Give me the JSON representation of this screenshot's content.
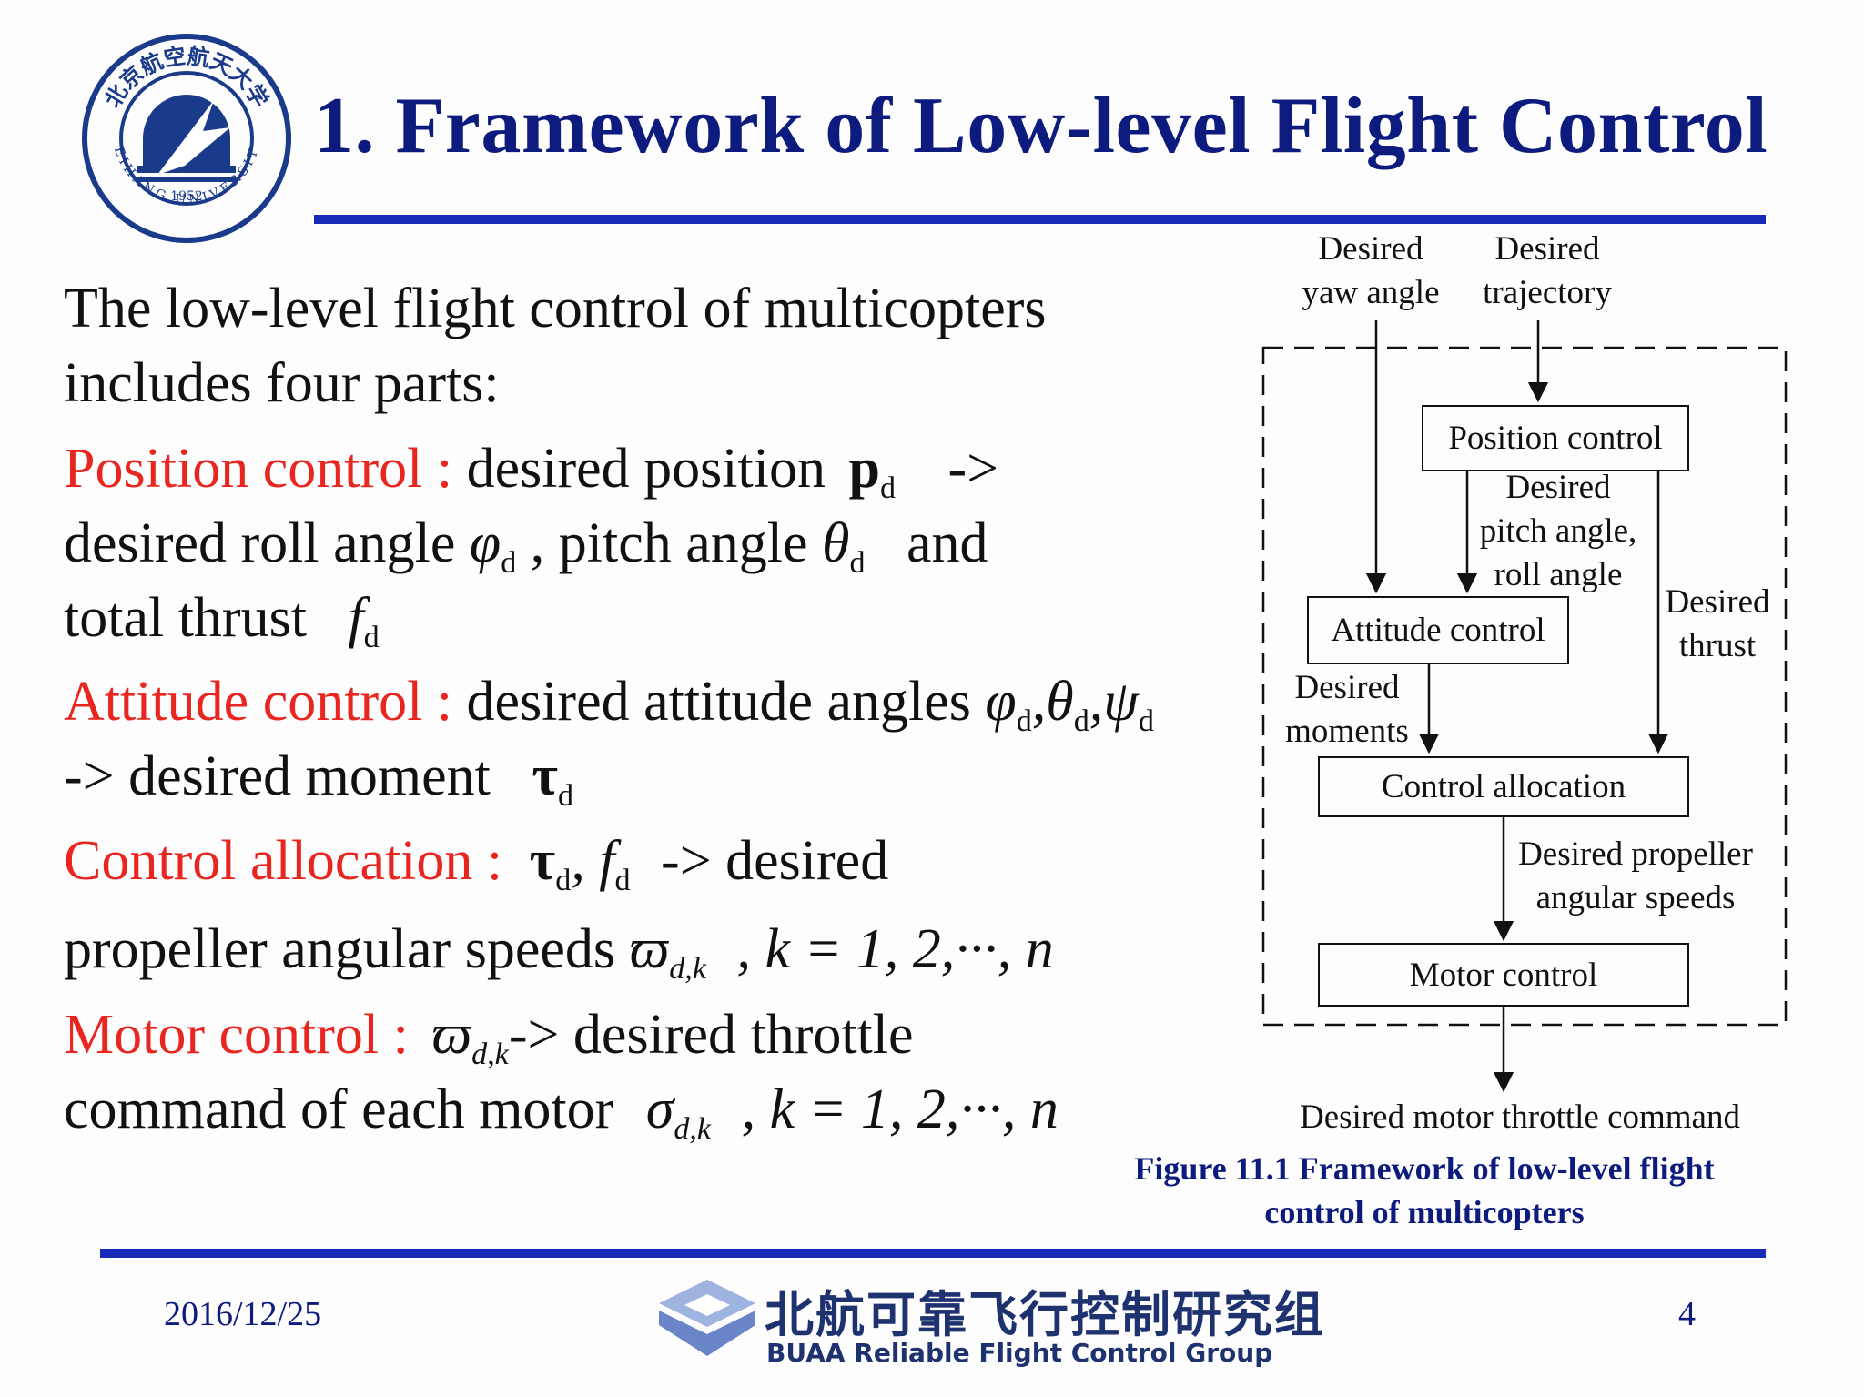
{
  "title": "1. Framework of Low-level Flight Control",
  "university_seal": {
    "cn_text": "北京航空航天大学",
    "en_text": "BEIHANG UNIVERSITY",
    "year": "1952"
  },
  "body": {
    "intro_1": "The low-level flight control of multicopters",
    "intro_2": "includes four parts:",
    "position": {
      "label": "Position control :",
      "l1_text": "desired position",
      "l1_sym": "p",
      "l1_sub": "d",
      "l1_arrow": "->",
      "l2_text": "desired roll angle",
      "l2_sym": "φ",
      "l2_sub": "d",
      "l2_mid": ",  pitch angle",
      "l2_sym2": "θ",
      "l2_sub2": "d",
      "l2_end": "and",
      "l3_text": "total thrust",
      "l3_sym": "f",
      "l3_sub": "d"
    },
    "attitude": {
      "label": "Attitude control :",
      "l1_text": "desired  attitude angles",
      "l1_math": "φ",
      "l1_sub1": "d",
      "l1_math2": ",θ",
      "l1_sub2": "d",
      "l1_math3": ",ψ",
      "l1_sub3": "d",
      "l2_text": "-> desired moment",
      "l2_sym": "τ",
      "l2_sub": "d"
    },
    "allocation": {
      "label": "Control allocation :",
      "l1_sym": "τ",
      "l1_sub": "d",
      "l1_sym2": ", f",
      "l1_sub2": "d",
      "l1_text": "-> desired",
      "l2_text": "propeller angular speeds",
      "l2_sym": "ϖ",
      "l2_sub": "d,k",
      "l2_tail": ", k = 1, 2,···, n"
    },
    "motor": {
      "label": "Motor control :",
      "l1_sym": "ϖ",
      "l1_sub": "d,k",
      "l1_text": "-> desired throttle",
      "l2_text": "command of each motor",
      "l2_sym": "σ",
      "l2_sub": "d,k",
      "l2_tail": ", k = 1, 2,···, n"
    }
  },
  "diagram": {
    "in_yaw_1": "Desired",
    "in_yaw_2": "yaw angle",
    "in_traj_1": "Desired",
    "in_traj_2": "trajectory",
    "box_position": "Position control",
    "pitch_roll_1": "Desired",
    "pitch_roll_2": "pitch angle,",
    "pitch_roll_3": "roll angle",
    "box_attitude": "Attitude control",
    "thrust_1": "Desired",
    "thrust_2": "thrust",
    "moments_1": "Desired",
    "moments_2": "moments",
    "box_allocation": "Control allocation",
    "prop_1": "Desired propeller",
    "prop_2": "angular speeds",
    "box_motor": "Motor control",
    "output": "Desired motor throttle command"
  },
  "caption_1": "Figure 11.1 Framework of low-level flight",
  "caption_2": "control of multicopters",
  "footer": {
    "date": "2016/12/25",
    "group_cn": "北航可靠飞行控制研究组",
    "group_en": "BUAA  Reliable Flight Control Group",
    "page": "4"
  },
  "colors": {
    "title": "#0d1b7e",
    "rule": "#1a2ab8",
    "highlight": "#e8251f",
    "logo_blue": "#6a86c8"
  }
}
